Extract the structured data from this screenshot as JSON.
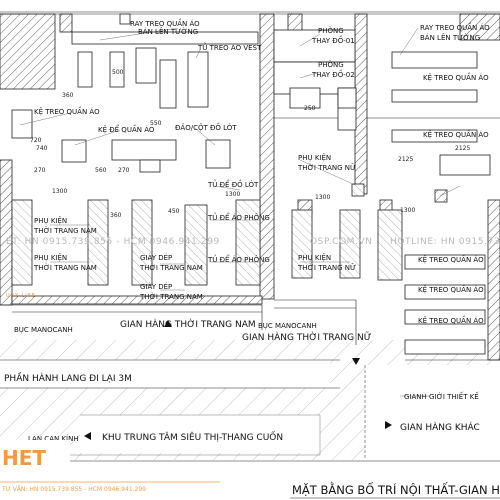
{
  "title": "MẶT BẰNG BỐ TRÍ NỘI THẤT-GIAN HÀN",
  "brand": {
    "name": "HET",
    "tagline": "URY LIFE",
    "contact": "TƯ VẤN: HN 0915.739.855 - HCM 0946.941.299"
  },
  "watermark": {
    "text": "ET: HN 0915.739.855 - HCM 0946.941.299",
    "site": "OSP.COM.VN",
    "hotline": "HOTLINE: HN 0915.73"
  },
  "colors": {
    "brand": "#f29a3c",
    "watermark": "#b9b9b9",
    "line": "#222222"
  },
  "areas": {
    "men": "GIAN HÀNG THỜI TRANG NAM",
    "women": "GIAN HÀNG THỜI TRANG NỮ",
    "corridor": "PHẦN HÀNH LANG ĐI LẠI 3M",
    "center": "KHU TRUNG TÂM SIÊU THỊ-THANG CUỐN",
    "other": "GIAN HÀNG KHÁC"
  },
  "labels": {
    "ray_wall_1": "RAY TREO QUẦN ÁO",
    "ray_wall_2": "BÁN LÊN TƯỜNG",
    "ray_right_1": "RAY TREO QUẦN ÁO",
    "ray_right_2": "BÁN LÊN TƯỜNG",
    "vest": "TỦ TREO ÁO VEST",
    "fitting1_a": "PHÒNG",
    "fitting1_b": "THAY ĐỒ-01",
    "fitting2_a": "PHÒNG",
    "fitting2_b": "THAY ĐỒ-02",
    "shelf_hang": "KỆ TREO QUẦN ÁO",
    "shelf_fold": "KỆ ĐỂ QUẦN ÁO",
    "island": "ĐẢO/CỘT ĐỒ LÓT",
    "underwear": "TỦ ĐỂ ĐỒ LÓT",
    "acc_women_a": "PHỤ KIỆN",
    "acc_women_b": "THỜI TRANG NỮ",
    "shirt_cab_1": "TỦ ĐỂ ÁO PHÔNG",
    "shirt_cab_2": "TỦ ĐỂ ÁO PHÔNG",
    "acc_men_1a": "PHỤ KIỆN",
    "acc_men_1b": "THỜI TRANG NAM",
    "acc_men_2a": "PHỤ KIỆN",
    "acc_men_2b": "THỜI TRANG NAM",
    "shoes_1a": "GIÀY DÉP",
    "shoes_1b": "THỜI TRANG NAM",
    "shoes_2a": "GIÀY DÉP",
    "shoes_2b": "THỜI TRANG NAM",
    "acc_mid_a": "PHỤ KIỆN",
    "acc_mid_b": "THỜI TRANG NỮ",
    "counter_1": "BỤC MANOCANH",
    "counter_2": "BỤC MANOCANH",
    "r_shelf_1": "KỆ TREO QUẦN ÁO",
    "r_shelf_2": "KỆ TREO QUẦN ÁO",
    "r_shelf_3": "KỆ TREO QUẦN ÁO",
    "r_shelf_4": "KỆ TREO QUẦN ÁO",
    "r_shelf_5": "KỆ TREO QUẦN ÁO",
    "boundary": "GIANH GIỚI THIẾT KẾ",
    "glass": "LAN CAN KÍNH"
  },
  "dimensions": [
    "720",
    "1300",
    "1300",
    "560",
    "360",
    "450",
    "360",
    "270",
    "270",
    "2125",
    "2125",
    "1300",
    "1300",
    "550",
    "740",
    "250",
    "500"
  ]
}
